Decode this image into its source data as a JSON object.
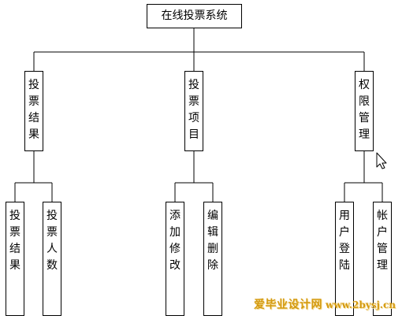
{
  "diagram": {
    "root": {
      "label": "在线投票系统"
    },
    "modules": [
      {
        "label": [
          "投",
          "票",
          "结",
          "果"
        ],
        "children": [
          {
            "label": [
              "投",
              "票",
              "结",
              "果"
            ]
          },
          {
            "label": [
              "投",
              "票",
              "人",
              "数"
            ]
          }
        ]
      },
      {
        "label": [
          "投",
          "票",
          "项",
          "目"
        ],
        "children": [
          {
            "label": [
              "添",
              "加",
              "修",
              "改"
            ]
          },
          {
            "label": [
              "编",
              "辑",
              "删",
              "除"
            ]
          }
        ]
      },
      {
        "label": [
          "权",
          "限",
          "管",
          "理"
        ],
        "children": [
          {
            "label": [
              "用",
              "户",
              "登",
              "陆"
            ]
          },
          {
            "label": [
              "帐",
              "户",
              "管",
              "理"
            ]
          }
        ]
      }
    ]
  },
  "watermark": {
    "brand": "爱毕业设计网",
    "url": "www.2bysj.cn"
  },
  "colors": {
    "line": "#000000",
    "box_border": "#000000",
    "watermark": "#d49a10"
  }
}
